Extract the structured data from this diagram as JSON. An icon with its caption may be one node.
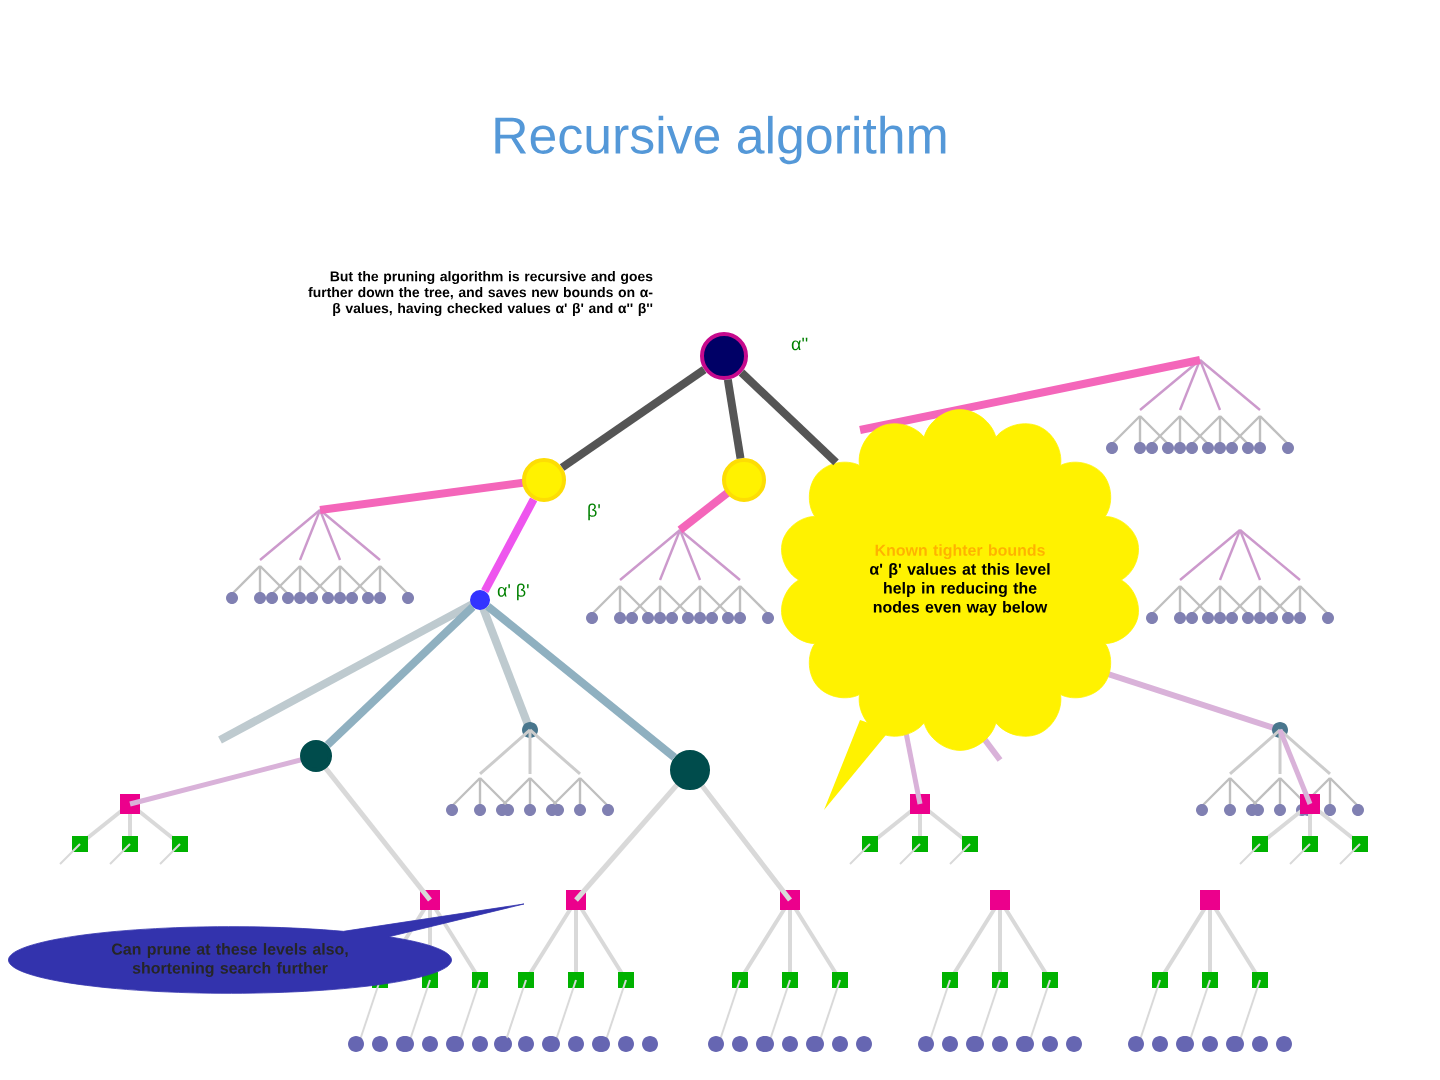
{
  "diagram": {
    "title": "Recursive algorithm",
    "nodes": [
      {
        "text": [],
        "shape": "circle",
        "beside": [
          "α''"
        ]
      },
      {
        "text": [],
        "shape": "circle",
        "beside": [
          "β'"
        ]
      },
      {
        "text": [],
        "shape": "circle"
      },
      {
        "text": [
          "Known tighter bounds",
          "α' β' values at this level help in reducing the nodes even way below"
        ]
      },
      {
        "text": [
          "Can prune at these levels also, shortening search further"
        ]
      },
      {
        "text": [],
        "shape": "circle",
        "beside": [
          "α' β'"
        ]
      },
      {
        "text": [],
        "shape": "circle"
      },
      {
        "text": [],
        "shape": "circle"
      }
    ],
    "edges": [
      {
        "from": 0,
        "to": 1,
        "arrow": "none"
      },
      {
        "from": 0,
        "to": 2,
        "arrow": "none"
      },
      {
        "from": 0,
        "to": 3,
        "arrow": "none"
      },
      {
        "from": 1,
        "to": 5,
        "arrow": "none",
        "color": "#ee55ee"
      },
      {
        "from": 5,
        "to": 6,
        "arrow": "none",
        "color": "#8fb0c0"
      },
      {
        "from": 5,
        "to": 7,
        "arrow": "none",
        "color": "#8fb0c0"
      }
    ],
    "labels": [
      "But the pruning algorithm is recursive and goes further down the tree, and saves new bounds on α-β values, having checked values α' β' and α'' β''"
    ]
  }
}
